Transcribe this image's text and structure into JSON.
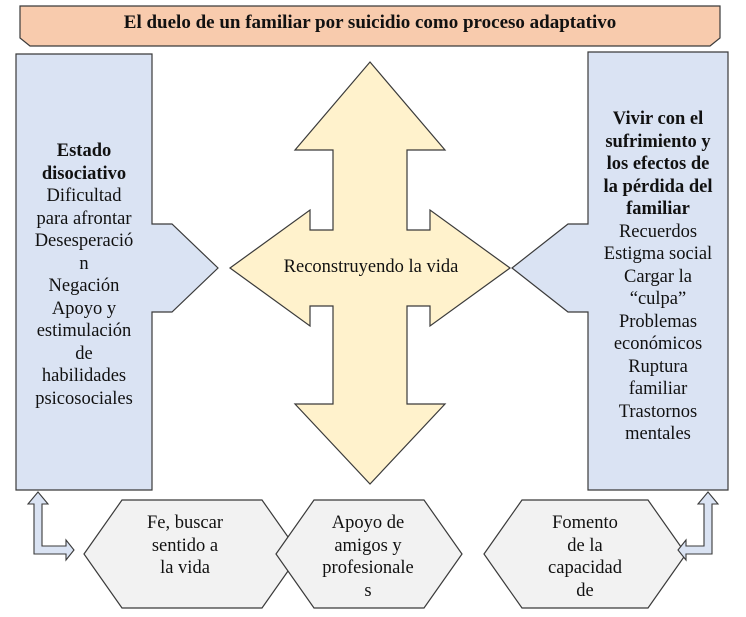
{
  "title": "El duelo de un familiar por suicidio como proceso adaptativo",
  "left_panel": {
    "heading_lines": [
      "Estado",
      "disociativo"
    ],
    "lines": [
      "Dificultad",
      "para afrontar",
      "Desesperació",
      "n",
      "Negación",
      "Apoyo y",
      "estimulación",
      "de",
      "habilidades",
      "psicosociales"
    ]
  },
  "right_panel": {
    "heading_lines": [
      "Vivir con el",
      "sufrimiento y",
      "los efectos de",
      "la pérdida del",
      "familiar"
    ],
    "lines": [
      "Recuerdos",
      "Estigma social",
      "Cargar la",
      "“culpa”",
      "Problemas",
      "económicos",
      "Ruptura",
      "familiar",
      "Trastornos",
      "mentales"
    ]
  },
  "center": {
    "label": "Reconstruyendo la vida"
  },
  "hexagons": [
    {
      "lines": [
        "Fe, buscar",
        "sentido a",
        "la vida"
      ]
    },
    {
      "lines": [
        "Apoyo de",
        "amigos y",
        "profesionale",
        "s"
      ]
    },
    {
      "lines": [
        "Fomento",
        "de la",
        "capacidad",
        "de"
      ]
    }
  ],
  "colors": {
    "banner": "#f8cbad",
    "panel": "#dae3f3",
    "cross": "#fff2cc",
    "hexagon": "#f2f2f2",
    "outline": "#3a3a3a",
    "connector": "#dae3f3"
  }
}
